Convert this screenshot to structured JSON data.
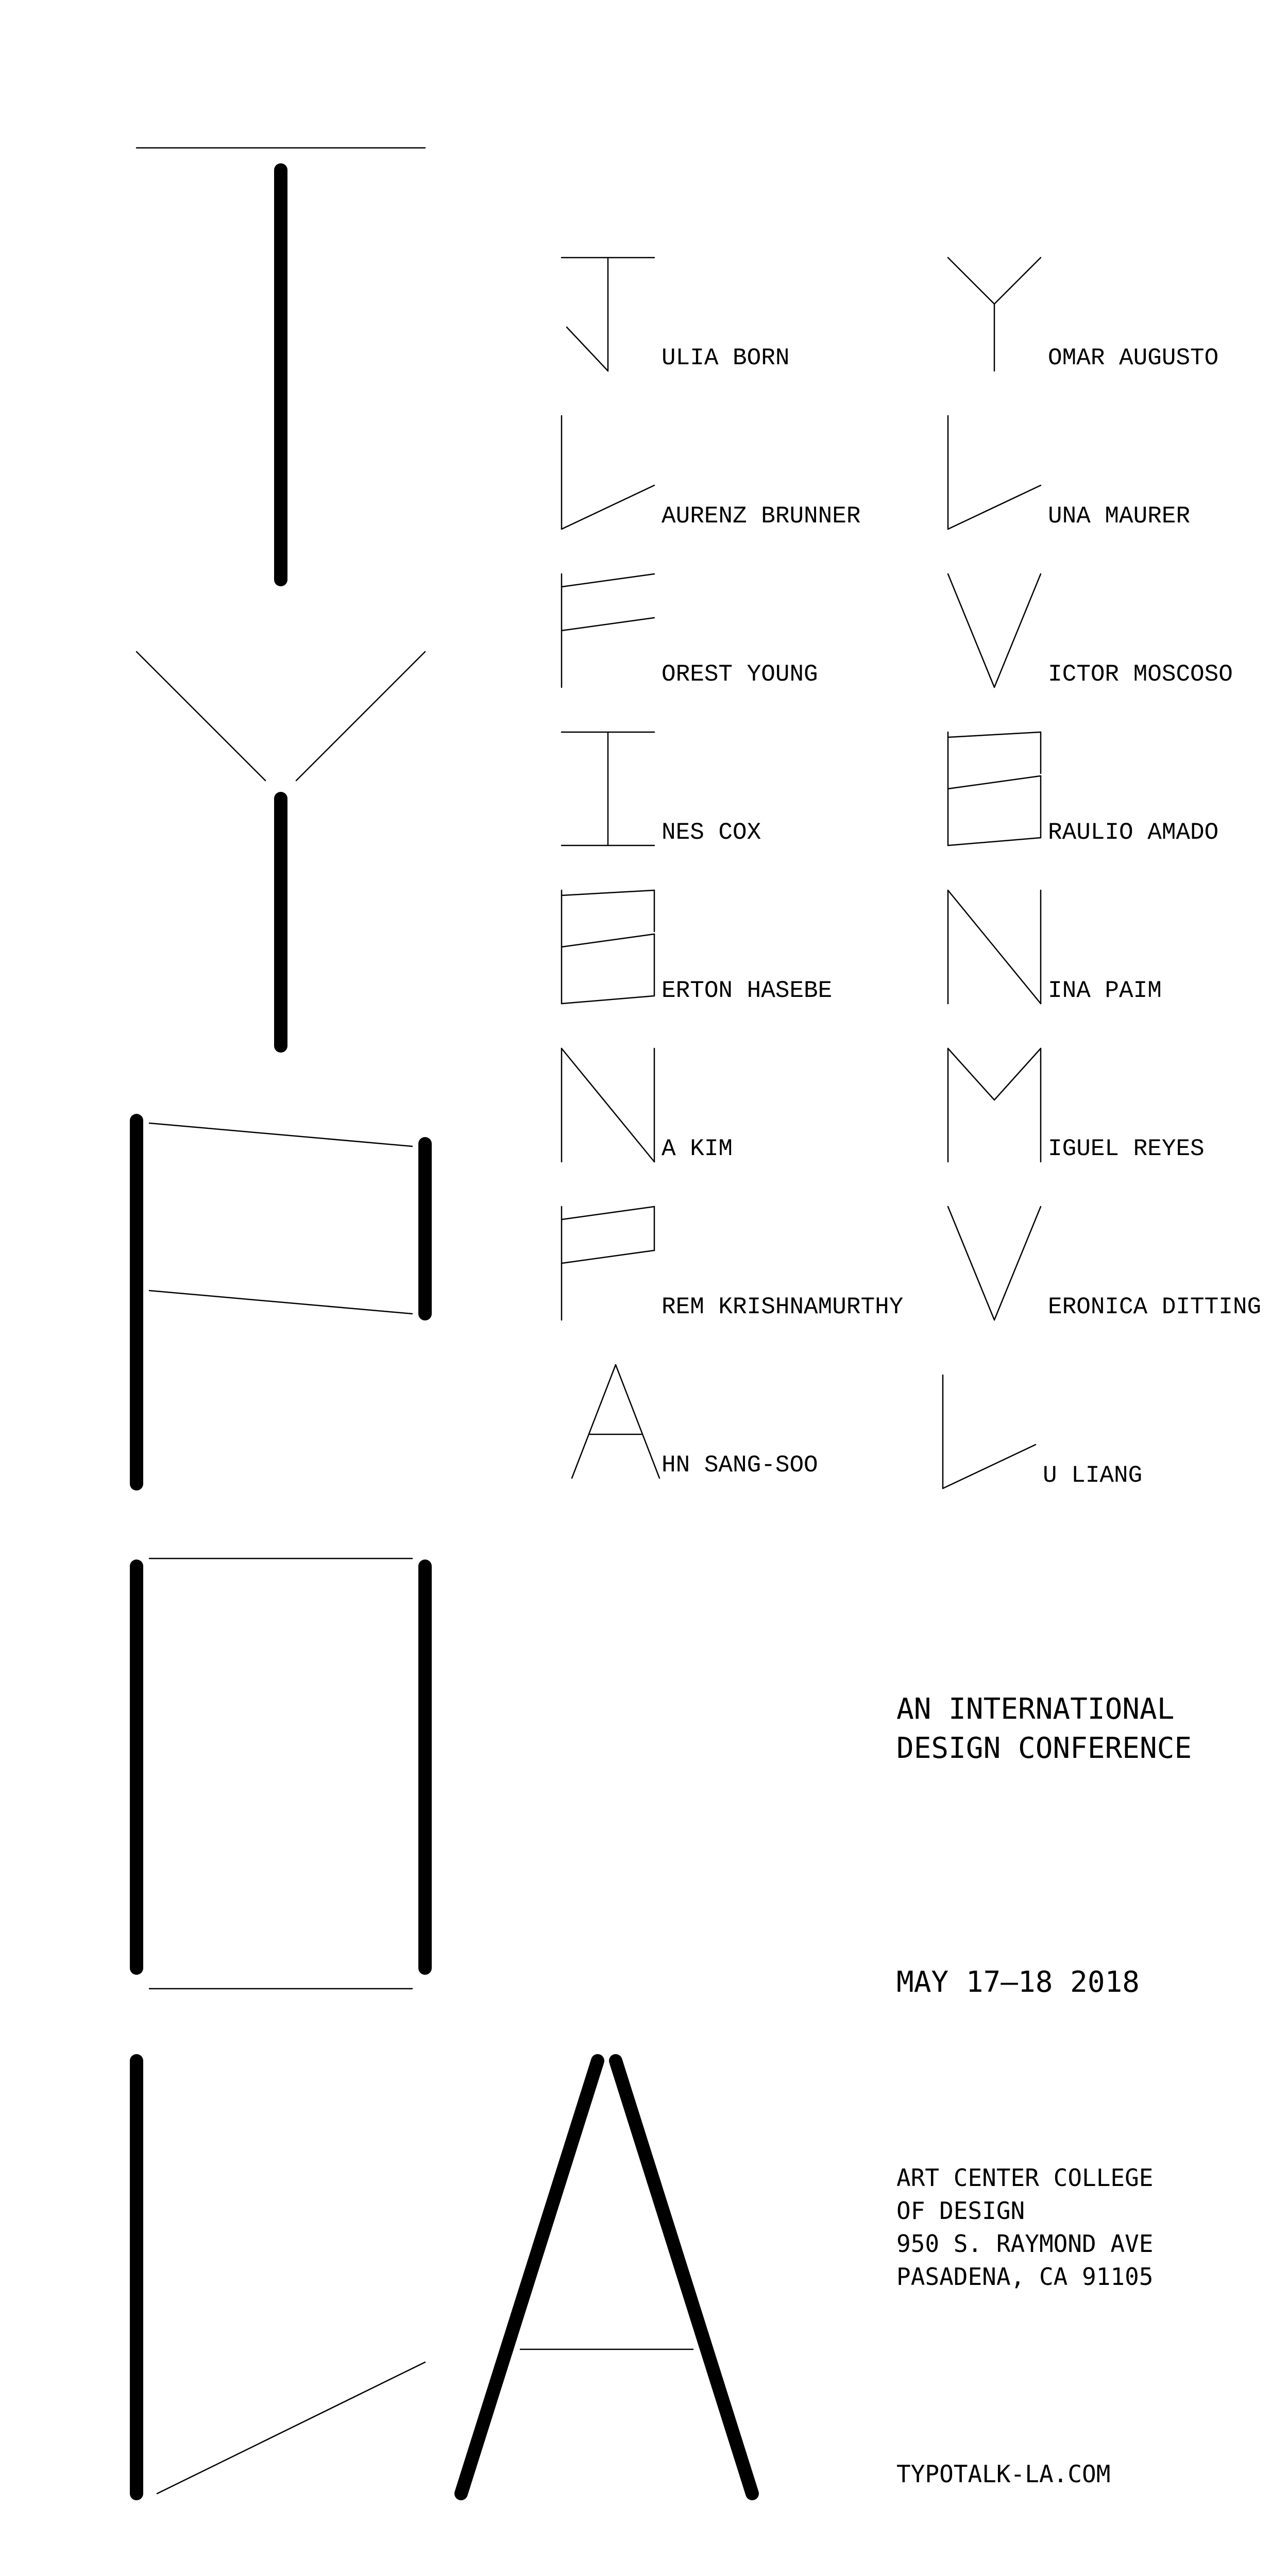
{
  "title_letters": [
    "T",
    "Y",
    "P",
    "O",
    "L",
    "A"
  ],
  "speakers": {
    "left": [
      {
        "initial": "J",
        "rest": "ULIA BORN",
        "icon": "j-glyph-icon"
      },
      {
        "initial": "L",
        "rest": "AURENZ BRUNNER",
        "icon": "l-glyph-icon"
      },
      {
        "initial": "F",
        "rest": "OREST YOUNG",
        "icon": "f-glyph-icon"
      },
      {
        "initial": "I",
        "rest": "NES COX",
        "icon": "i-glyph-icon"
      },
      {
        "initial": "B",
        "rest": "ERTON HASEBE",
        "icon": "b-glyph-icon"
      },
      {
        "initial": "N",
        "rest": "A KIM",
        "icon": "n-glyph-icon"
      },
      {
        "initial": "P",
        "rest": "REM KRISHNAMURTHY",
        "icon": "p-glyph-icon"
      },
      {
        "initial": "A",
        "rest": "HN SANG-SOO",
        "icon": "a-glyph-icon"
      }
    ],
    "right": [
      {
        "initial": "Y",
        "rest": "OMAR AUGUSTO",
        "icon": "y-glyph-icon"
      },
      {
        "initial": "L",
        "rest": "UNA MAURER",
        "icon": "l-glyph-icon"
      },
      {
        "initial": "V",
        "rest": "ICTOR MOSCOSO",
        "icon": "v-glyph-icon"
      },
      {
        "initial": "B",
        "rest": "RAULIO AMADO",
        "icon": "b-glyph-icon"
      },
      {
        "initial": "N",
        "rest": "INA PAIM",
        "icon": "n-glyph-icon"
      },
      {
        "initial": "M",
        "rest": "IGUEL REYES",
        "icon": "m-glyph-icon"
      },
      {
        "initial": "V",
        "rest": "ERONICA DITTING",
        "icon": "v-glyph-icon"
      },
      {
        "initial": "L",
        "rest": "U LIANG",
        "icon": "l-glyph-icon"
      }
    ]
  },
  "info": {
    "tagline": [
      "AN INTERNATIONAL",
      "DESIGN CONFERENCE"
    ],
    "date": "MAY 17—18 2018",
    "venue": [
      "ART CENTER COLLEGE",
      "OF DESIGN",
      "950 S. RAYMOND AVE",
      "PASADENA, CA 91105"
    ],
    "website": "TYPOTALK-LA.COM"
  },
  "colors": {
    "ink": "#000000",
    "paper": "#ffffff"
  }
}
